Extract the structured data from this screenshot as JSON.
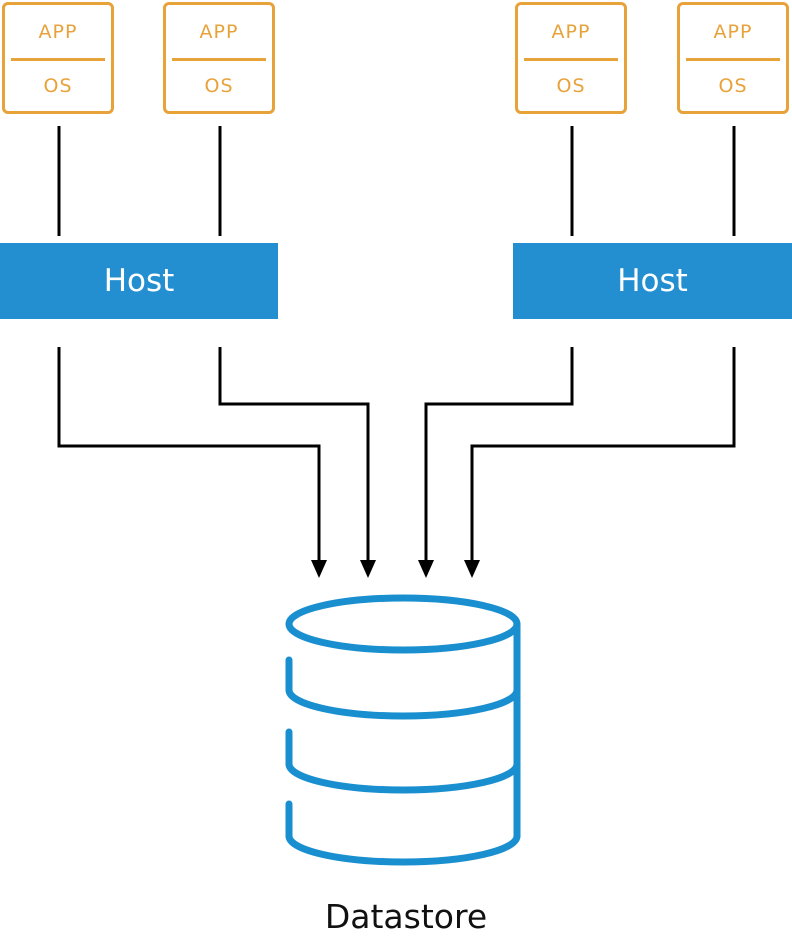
{
  "vms": [
    {
      "app_label": "APP",
      "os_label": "OS"
    },
    {
      "app_label": "APP",
      "os_label": "OS"
    },
    {
      "app_label": "APP",
      "os_label": "OS"
    },
    {
      "app_label": "APP",
      "os_label": "OS"
    }
  ],
  "hosts": [
    {
      "label": "Host"
    },
    {
      "label": "Host"
    }
  ],
  "datastore": {
    "label": "Datastore"
  },
  "colors": {
    "vm_border": "#e8a23a",
    "host_fill": "#238fd0",
    "datastore_stroke": "#1a8fd0",
    "connector": "#000000"
  }
}
